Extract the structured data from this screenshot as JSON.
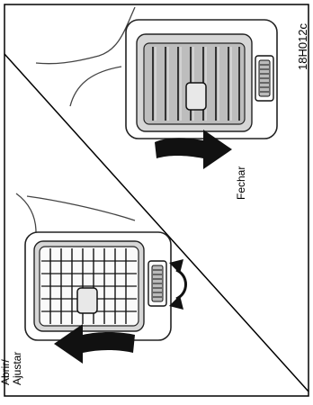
{
  "figure": {
    "code": "18H012c",
    "close_label": "Fechar",
    "open_label_line1": "Abrir/",
    "open_label_line2": "Ajustar"
  }
}
